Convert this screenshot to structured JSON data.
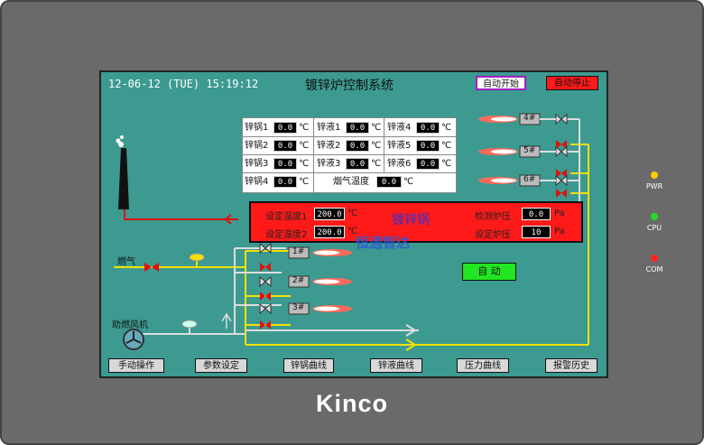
{
  "device": {
    "brand": "Kinco",
    "leds": [
      {
        "label": "PWR",
        "color": "#ffcc00"
      },
      {
        "label": "CPU",
        "color": "#22dd22"
      },
      {
        "label": "COM",
        "color": "#ff2222"
      }
    ]
  },
  "header": {
    "datetime": "12-06-12 (TUE) 15:19:12",
    "title": "镀锌炉控制系统",
    "auto_start": "自动开始",
    "auto_stop": "自动停止"
  },
  "readings": {
    "kettle": [
      {
        "label": "锌锅1",
        "value": "0.0",
        "unit": "℃"
      },
      {
        "label": "锌锅2",
        "value": "0.0",
        "unit": "℃"
      },
      {
        "label": "锌锅3",
        "value": "0.0",
        "unit": "℃"
      },
      {
        "label": "锌锅4",
        "value": "0.0",
        "unit": "℃"
      }
    ],
    "liquid": [
      {
        "label": "锌液1",
        "value": "0.0",
        "unit": "℃"
      },
      {
        "label": "锌液2",
        "value": "0.0",
        "unit": "℃"
      },
      {
        "label": "锌液3",
        "value": "0.0",
        "unit": "℃"
      },
      {
        "label": "锌液4",
        "value": "0.0",
        "unit": "℃"
      },
      {
        "label": "锌液5",
        "value": "0.0",
        "unit": "℃"
      },
      {
        "label": "锌液6",
        "value": "0.0",
        "unit": "℃"
      }
    ],
    "flue": {
      "label": "烟气温度",
      "value": "0.0",
      "unit": "℃"
    }
  },
  "kettle_panel": {
    "name": "镀锌锅",
    "setpoint1_label": "设定温度1",
    "setpoint1_value": "200.0",
    "setpoint2_label": "设定温度2",
    "setpoint2_value": "200.0",
    "temp_unit": "℃",
    "measured_pressure_label": "检测炉压",
    "measured_pressure_value": "0.0",
    "set_pressure_label": "设定炉压",
    "set_pressure_value": "10",
    "pressure_unit": "Pa"
  },
  "watermark": "恒通智达",
  "mode_button": "自 动",
  "labels": {
    "gas": "燃气",
    "fan": "助燃风机"
  },
  "burners": [
    "1#",
    "2#",
    "3#",
    "4#",
    "5#",
    "6#"
  ],
  "nav": [
    "手动操作",
    "参数设定",
    "锌锅曲线",
    "锌液曲线",
    "压力曲线",
    "报警历史"
  ]
}
